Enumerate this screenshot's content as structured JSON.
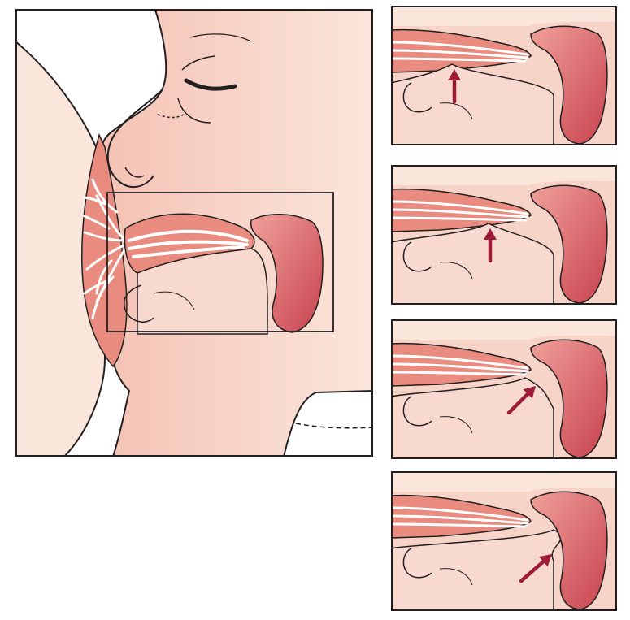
{
  "figure": {
    "panel_count": 4,
    "main_view": "infant-latched-at-breast",
    "sequence": [
      {
        "step": 1,
        "arrow_direction": "up",
        "tongue_phase": "anterior-lift"
      },
      {
        "step": 2,
        "arrow_direction": "up",
        "tongue_phase": "mid-lift"
      },
      {
        "step": 3,
        "arrow_direction": "up-right",
        "tongue_phase": "posterior-press"
      },
      {
        "step": 4,
        "arrow_direction": "up-right",
        "tongue_phase": "release"
      }
    ]
  },
  "colors": {
    "skin": "#f7d4c8",
    "skin_light": "#fbe6dc",
    "breast_tissue": "#e98c7f",
    "tissue_dark": "#c8434f",
    "palate": "#d55660",
    "arrow": "#9e1c38",
    "duct": "#ffffff",
    "outline": "#231f20"
  }
}
